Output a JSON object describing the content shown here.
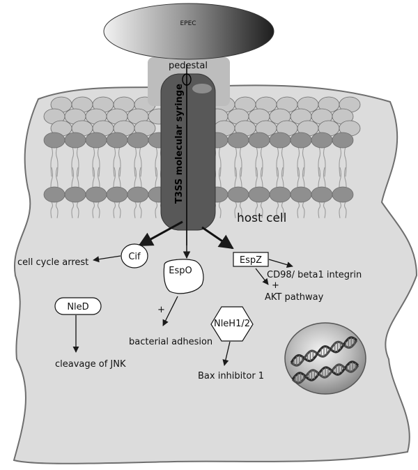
{
  "labels": {
    "epec": "EPEC",
    "pedestal": "pedestal",
    "syringe": "T3SS molecular syringe",
    "host_cell": "host cell",
    "cell_cycle_arrest": "cell cycle arrest",
    "cif": "Cif",
    "espo": "EspO",
    "espz": "EspZ",
    "cd98": "CD98/ beta1 integrin",
    "plus_espz": "+",
    "akt": "AKT pathway",
    "nled": "NleD",
    "plus_espo": "+",
    "bacterial_adhesion": "bacterial adhesion",
    "nleh": "NleH1/2",
    "cleavage_jnk": "cleavage of JNK",
    "bax": "Bax inhibitor 1"
  },
  "icons": {
    "dna": "dna-double-helix-icon",
    "nucleus": "nucleus-sphere"
  },
  "colors": {
    "cell_fill": "#dcdcdc",
    "syringe": "#585858",
    "pedestal": "#bdbdbd",
    "lipid_head_light": "#c6c6c6",
    "lipid_head_dark": "#8f8f8f",
    "arrow": "#1a1a1a"
  }
}
